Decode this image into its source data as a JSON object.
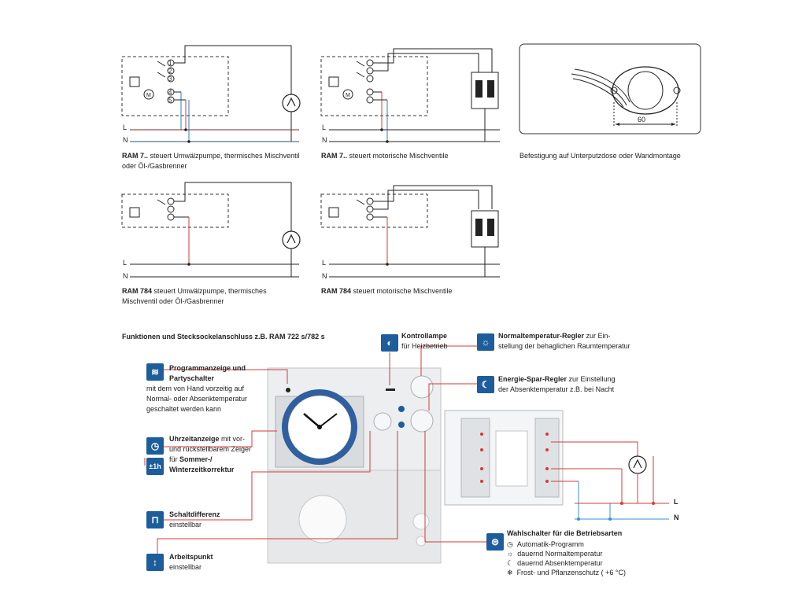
{
  "diagrams": [
    {
      "l": "L",
      "n": "N",
      "model": "RAM 7..",
      "caption_rest": " steuert Umwälzpumpe, thermisches Mischventil",
      "caption_line2": "oder Öl-/Gasbrenner"
    },
    {
      "l": "L",
      "n": "N",
      "model": "RAM 7..",
      "caption_rest": " steuert motorische Mischventile",
      "caption_line2": ""
    },
    {
      "l": "L",
      "n": "N",
      "model": "RAM 784",
      "caption_rest": " steuert Umwälzpumpe, thermisches",
      "caption_line2": "Mischventil oder Öl-/Gasbrenner"
    },
    {
      "l": "L",
      "n": "N",
      "model": "RAM 784",
      "caption_rest": " steuert motorische Mischventile",
      "caption_line2": ""
    }
  ],
  "terminal_numbers": [
    "1",
    "2",
    "3",
    "4",
    "5"
  ],
  "mount": {
    "dimension": "60",
    "caption": "Befestigung auf Unterputzdose oder Wandmontage"
  },
  "section_title": "Funktionen und Stecksockelanschluss z.B. RAM 722 s/782 s",
  "callouts": {
    "programm": {
      "bold": "Programmanzeige und Partyschalter",
      "rest": " mit dem von Hand vorzeitig auf Normal- oder Absenktemperatur geschaltet werden kann"
    },
    "uhrzeit": {
      "bold": "Uhrzeitanzeige",
      "rest": " mit vor- und rückstellbarem Zeiger für ",
      "bold2": "Sommer-/ Winterzeitkorrektur",
      "icon2": "±1h"
    },
    "schaltdifferenz": {
      "bold": "Schaltdifferenz",
      "rest": "einstellbar"
    },
    "arbeitspunkt": {
      "bold": "Arbeitspunkt",
      "rest": "einstellbar"
    },
    "kontrolllampe": {
      "bold": "Kontrollampe",
      "rest": "für Heizbetrieb"
    },
    "normal": {
      "bold": "Normaltemperatur-Regler",
      "rest1": " zur Ein-",
      "rest2": "stellung der behaglichen Raumtemperatur"
    },
    "energie": {
      "bold": "Energie-Spar-Regler",
      "rest1": " zur Einstellung",
      "rest2": "der Absenktemperatur z.B. bei Nacht"
    },
    "wahl": {
      "bold": "Wahlschalter für die Betriebsarten",
      "modes": [
        "Automatik-Programm",
        "dauernd Normaltemperatur",
        "dauernd Absenktemperatur",
        "Frost- und Pflanzenschutz ( +6 °C)"
      ]
    }
  },
  "base_labels": {
    "l": "L",
    "n": "N"
  },
  "icons": [
    "wave-icon",
    "clock-icon",
    "square-wave-icon",
    "arrow-updown-icon",
    "lamp-icon",
    "sun-icon",
    "moon-icon",
    "mode-switch-icon"
  ],
  "colors": {
    "accent": "#1d5d9b",
    "wire_red": "#d9383a",
    "wire_blue": "#3a8fd0"
  }
}
